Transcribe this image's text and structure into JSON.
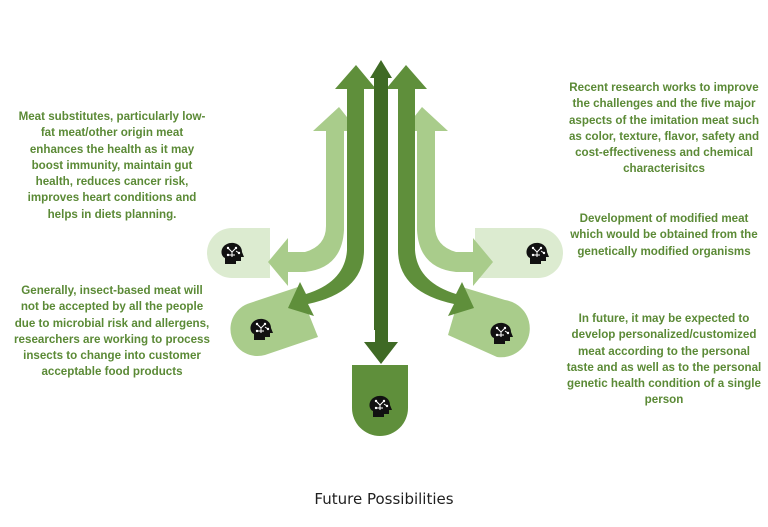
{
  "title": "Future Possibilities",
  "colors": {
    "text_green": "#5b8a36",
    "dark_green": "#3f6a25",
    "mid_green": "#5f8f3b",
    "light_green": "#a9cc8b",
    "pale_green": "#dcebd0"
  },
  "boxes": [
    {
      "id": "left-top",
      "text": "Meat substitutes, particularly low-fat meat/other origin meat enhances the health as it may boost immunity, maintain gut health, reduces cancer risk, improves heart conditions and helps in diets planning."
    },
    {
      "id": "left-bottom",
      "text": "Generally, insect-based meat will not be accepted by all the people due to microbial risk and allergens, researchers are working to process insects to change into customer acceptable food products"
    },
    {
      "id": "right-top",
      "text": "Recent research works to improve the challenges and the five major aspects of the imitation meat such as color, texture, flavor, safety and cost-effectiveness and chemical characterisitcs"
    },
    {
      "id": "right-mid",
      "text": "Development of modified meat which would be obtained from the genetically modified organisms"
    },
    {
      "id": "right-bottom",
      "text": "In future, it may be expected to develop personalized/customized meat according to the personal taste and as well as to the personal genetic health condition of a single person"
    }
  ],
  "icons": [
    "head-brain-icon",
    "head-brain-icon",
    "head-brain-icon",
    "head-brain-icon",
    "head-brain-icon"
  ]
}
